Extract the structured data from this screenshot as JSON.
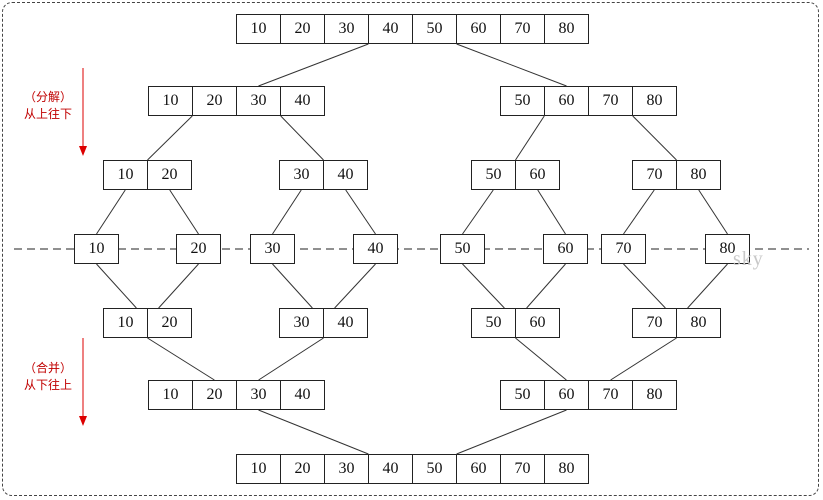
{
  "phases": {
    "split_label": "（分解）",
    "split_direction": "从上往下",
    "merge_label": "（合并）",
    "merge_direction": "从下往上"
  },
  "watermark": "sky",
  "levels": {
    "top": [
      [
        "10",
        "20",
        "30",
        "40",
        "50",
        "60",
        "70",
        "80"
      ]
    ],
    "halves_split": [
      [
        "10",
        "20",
        "30",
        "40"
      ],
      [
        "50",
        "60",
        "70",
        "80"
      ]
    ],
    "quarters_split": [
      [
        "10",
        "20"
      ],
      [
        "30",
        "40"
      ],
      [
        "50",
        "60"
      ],
      [
        "70",
        "80"
      ]
    ],
    "singles": [
      [
        "10"
      ],
      [
        "20"
      ],
      [
        "30"
      ],
      [
        "40"
      ],
      [
        "50"
      ],
      [
        "60"
      ],
      [
        "70"
      ],
      [
        "80"
      ]
    ],
    "quarters_merge": [
      [
        "10",
        "20"
      ],
      [
        "30",
        "40"
      ],
      [
        "50",
        "60"
      ],
      [
        "70",
        "80"
      ]
    ],
    "halves_merge": [
      [
        "10",
        "20",
        "30",
        "40"
      ],
      [
        "50",
        "60",
        "70",
        "80"
      ]
    ],
    "bottom": [
      [
        "10",
        "20",
        "30",
        "40",
        "50",
        "60",
        "70",
        "80"
      ]
    ]
  },
  "colors": {
    "arrow": "#dd0000",
    "line": "#333333"
  }
}
